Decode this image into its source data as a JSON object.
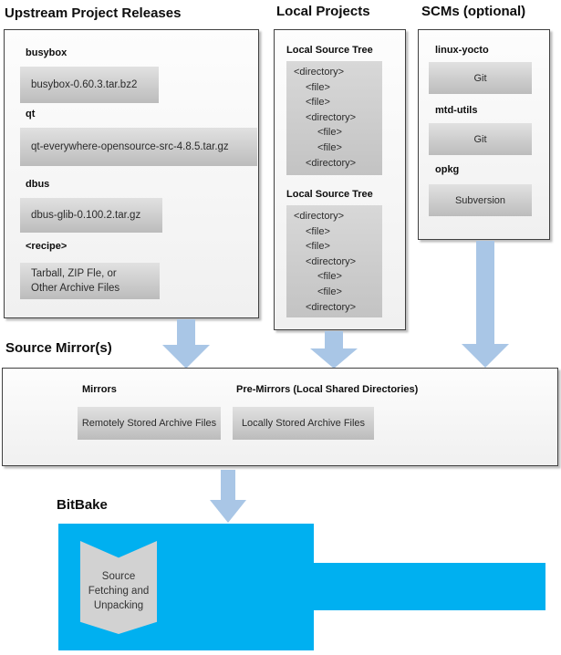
{
  "colors": {
    "bitbake_blue": "#00b0f0",
    "arrow_blue": "#a9c6e6",
    "inner_box_gray": "#d0d0d0",
    "outer_box_border": "#404040"
  },
  "upstream": {
    "title": "Upstream Project Releases",
    "items": [
      {
        "label": "busybox",
        "value": "busybox-0.60.3.tar.bz2"
      },
      {
        "label": "qt",
        "value": "qt-everywhere-opensource-src-4.8.5.tar.gz"
      },
      {
        "label": "dbus",
        "value": "dbus-glib-0.100.2.tar.gz"
      },
      {
        "label": "<recipe>",
        "value_line1": "Tarball, ZIP Fle, or",
        "value_line2": "Other Archive Files"
      }
    ]
  },
  "local_projects": {
    "title": "Local Projects",
    "tree_label": "Local Source Tree",
    "tree_lines": [
      "<directory>",
      "<file>",
      "<file>",
      "<directory>",
      "<file>",
      "<file>",
      "<directory>"
    ],
    "tree_indents": [
      0,
      1,
      1,
      1,
      2,
      2,
      1
    ]
  },
  "scms": {
    "title": "SCMs (optional)",
    "items": [
      {
        "label": "linux-yocto",
        "value": "Git"
      },
      {
        "label": "mtd-utils",
        "value": "Git"
      },
      {
        "label": "opkg",
        "value": "Subversion"
      }
    ]
  },
  "source_mirrors": {
    "title": "Source Mirror(s)",
    "mirrors_label": "Mirrors",
    "mirrors_value": "Remotely Stored Archive Files",
    "premirrors_label": "Pre-Mirrors (Local Shared Directories)",
    "premirrors_value": "Locally Stored Archive Files"
  },
  "bitbake": {
    "title": "BitBake",
    "process_line1": "Source",
    "process_line2": "Fetching and",
    "process_line3": "Unpacking"
  }
}
